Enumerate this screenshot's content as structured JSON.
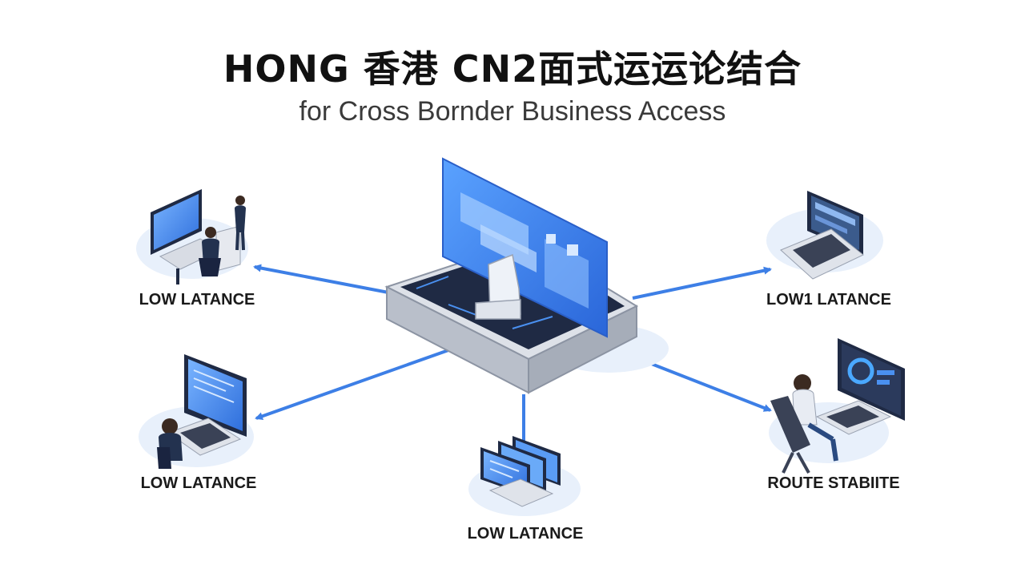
{
  "title": "HONG 香港 CN2面式运运论结合",
  "subtitle": "for Cross Bornder Business Access",
  "colors": {
    "accent": "#3d7fe6",
    "screen": "#4a90f0",
    "dark": "#1f2a44",
    "platform": "#d8dce4"
  },
  "hub": {
    "icon": "server-platform-icon"
  },
  "nodes": [
    {
      "label": "LOW LATANCE",
      "icon": "desktop-workstation-icon"
    },
    {
      "label": "LOW1 LATANCE",
      "icon": "laptop-icon"
    },
    {
      "label": "LOW LATANCE",
      "icon": "desktop-user-icon"
    },
    {
      "label": "LOW LATANCE",
      "icon": "stacked-monitors-icon"
    },
    {
      "label": "ROUTE STABIITE",
      "icon": "desktop-user-chair-icon"
    }
  ]
}
